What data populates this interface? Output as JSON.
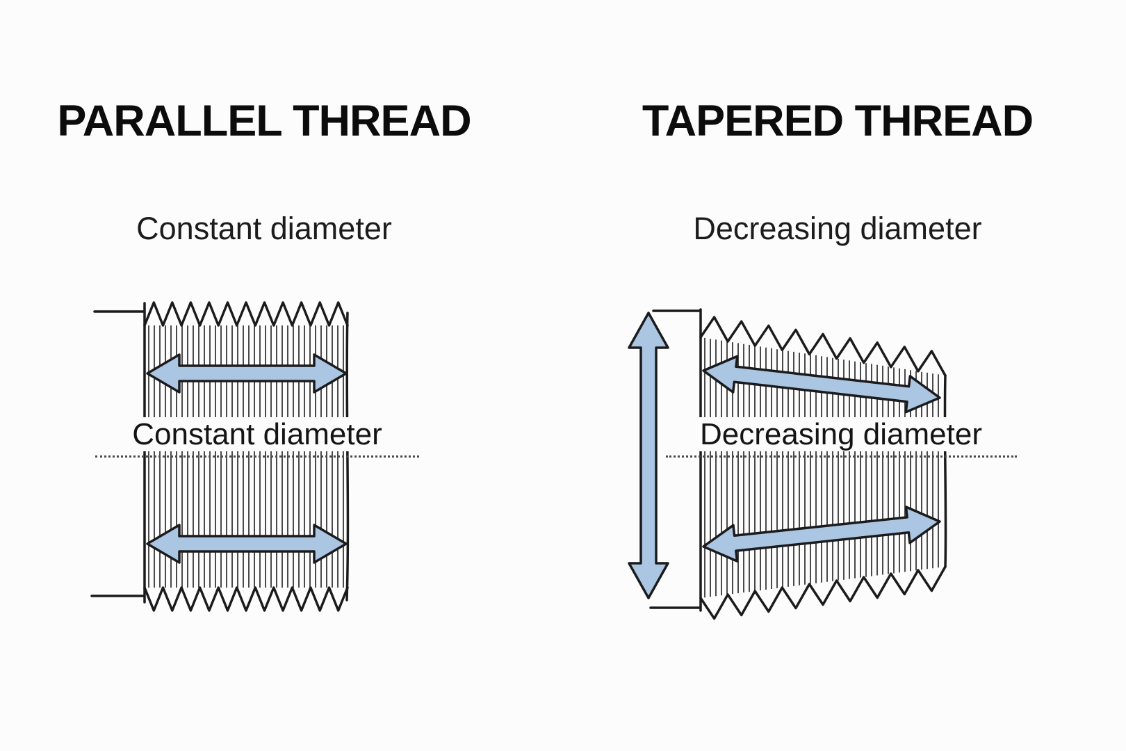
{
  "panels": {
    "parallel": {
      "title": "PARALLEL THREAD",
      "subtitle": "Constant diameter",
      "label": "Constant diameter"
    },
    "tapered": {
      "title": "TAPERED THREAD",
      "subtitle": "Decreasing diameter",
      "label": "Decreasing diameter"
    }
  },
  "colors": {
    "arrow_fill": "#abc6e3",
    "line": "#1b1b1d",
    "background": "#fcfcfc",
    "text": "#111111"
  }
}
